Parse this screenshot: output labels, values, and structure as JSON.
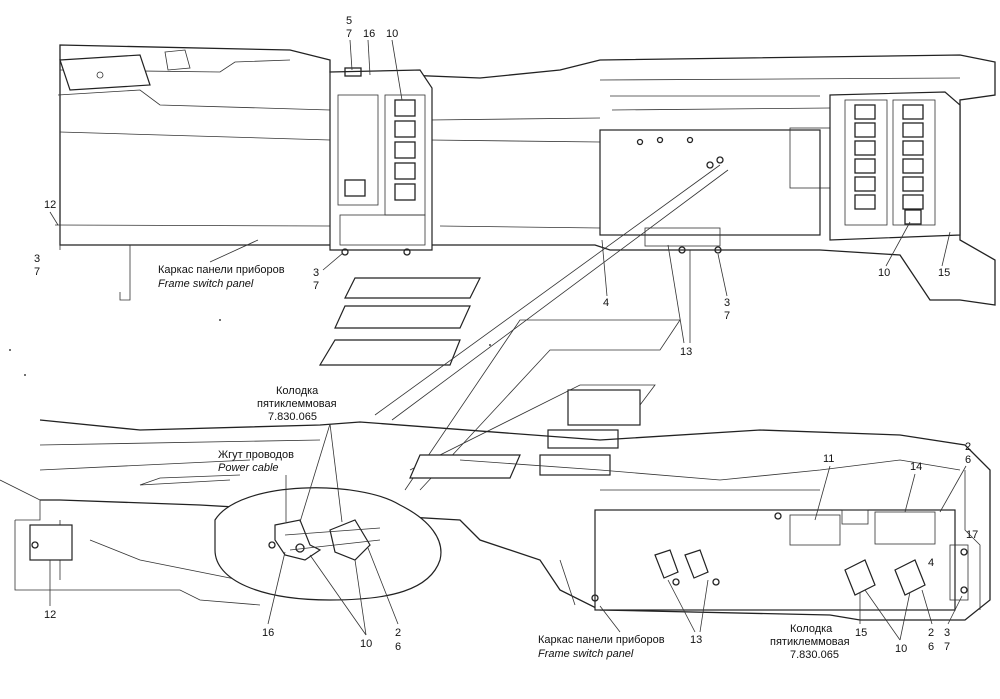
{
  "top_view": {
    "frame_label_ru": "Каркас панели приборов",
    "frame_label_en": "Frame switch panel",
    "callouts": {
      "c5": "5",
      "c7a": "7",
      "c16": "16",
      "c10a": "10",
      "c12": "12",
      "c3a": "3",
      "c7b": "7",
      "c3b": "3",
      "c7c": "7",
      "c4": "4",
      "c3c": "3",
      "c7d": "7",
      "c13": "13",
      "c10b": "10",
      "c15": "15"
    }
  },
  "bottom_view": {
    "connector_label_ru_line1": "Колодка",
    "connector_label_ru_line2": "пятиклеммовая",
    "connector_code": "7.830.065",
    "harness_label_ru": "Жгут проводов",
    "harness_label_en": "Power cable",
    "frame_label_ru": "Каркас панели приборов",
    "frame_label_en": "Frame switch panel",
    "connector2_label_ru_line1": "Колодка",
    "connector2_label_ru_line2": "пятиклеммовая",
    "connector2_code": "7.830.065",
    "callouts": {
      "c11": "11",
      "c14": "14",
      "c2a": "2",
      "c6a": "6",
      "c17": "17",
      "c4": "4",
      "c12": "12",
      "c16": "16",
      "c10a": "10",
      "c2b": "2",
      "c6b": "6",
      "c13": "13",
      "c15": "15",
      "c10b": "10",
      "c2c": "2",
      "c6c": "6",
      "c3": "3",
      "c7": "7"
    }
  }
}
